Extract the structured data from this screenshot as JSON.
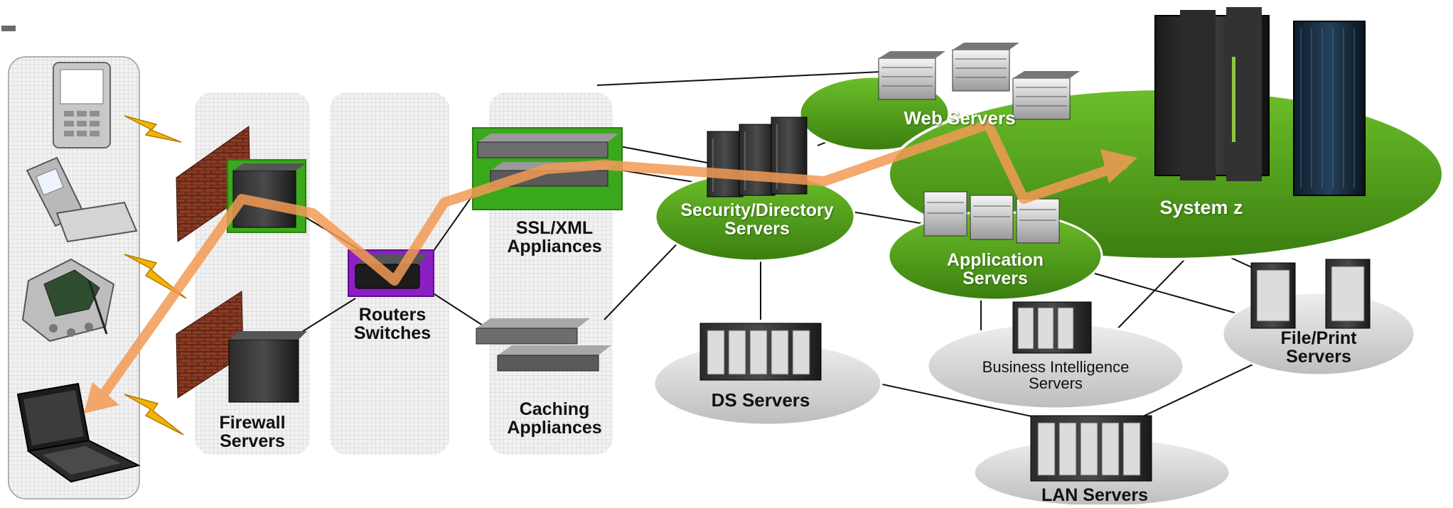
{
  "labels": {
    "firewall": [
      "Firewall",
      "Servers"
    ],
    "routers": [
      "Routers",
      "Switches"
    ],
    "ssl": [
      "SSL/XML",
      "Appliances"
    ],
    "caching": [
      "Caching",
      "Appliances"
    ],
    "security": [
      "Security/Directory",
      "Servers"
    ],
    "web": "Web Servers",
    "application": [
      "Application",
      "Servers"
    ],
    "systemz": "System z",
    "ds": "DS Servers",
    "bi": [
      "Business Intelligence",
      "Servers"
    ],
    "fileprint": [
      "File/Print",
      "Servers"
    ],
    "lan": "LAN Servers"
  },
  "colors": {
    "green_node": "#4e9a1a",
    "gray_node": "#d4d4d4",
    "flow_arrow": "#f29a55",
    "highlight_green": "#3aa81c",
    "highlight_purple": "#8b1fc4",
    "brick": "#8a3a22",
    "lightning": "#f2b400"
  },
  "icons": {
    "devices": [
      "smartphone-icon",
      "flip-phone-icon",
      "pda-icon",
      "laptop-icon"
    ],
    "server": "server-tower-icon",
    "mainframe": "mainframe-icon",
    "firewall": "brick-wall-icon"
  }
}
